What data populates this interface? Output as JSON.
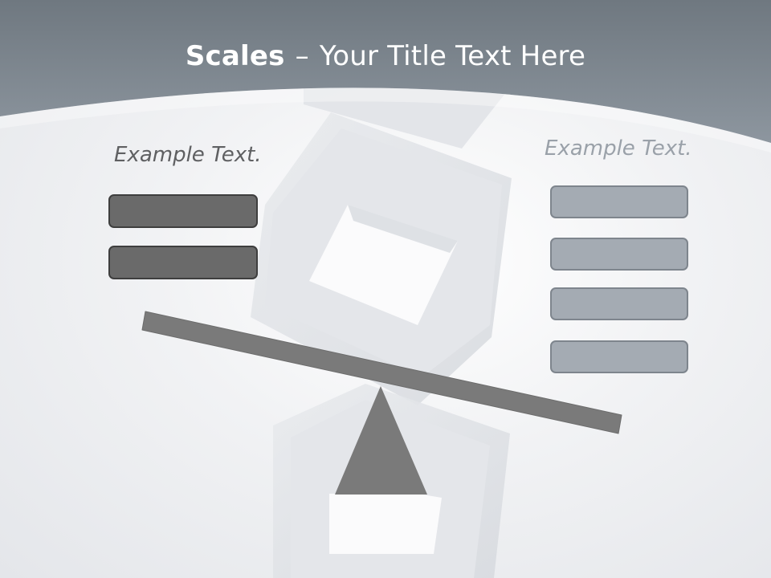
{
  "title": {
    "bold": "Scales",
    "separator": "–",
    "rest": "Your Title Text Here"
  },
  "left_panel": {
    "label": "Example Text.",
    "box_count": 2
  },
  "right_panel": {
    "label": "Example Text.",
    "box_count": 4
  },
  "colors": {
    "header_band": "#848e98",
    "beam": "#7a7a7a",
    "fulcrum": "#7a7a7a",
    "dark_box": "#6a6a6a",
    "light_box": "#a4abb3"
  }
}
